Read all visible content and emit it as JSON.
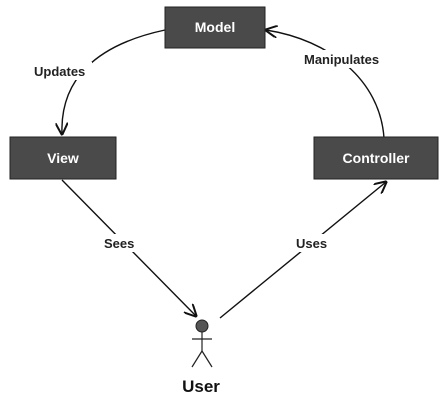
{
  "diagram": {
    "nodes": {
      "model": "Model",
      "view": "View",
      "controller": "Controller"
    },
    "actor": {
      "label": "User"
    },
    "edges": {
      "updates": "Updates",
      "manipulates": "Manipulates",
      "sees": "Sees",
      "uses": "Uses"
    },
    "colors": {
      "box_fill": "#4a4a4a",
      "box_text": "#ffffff",
      "line": "#111111",
      "actor_head": "#555555"
    }
  }
}
